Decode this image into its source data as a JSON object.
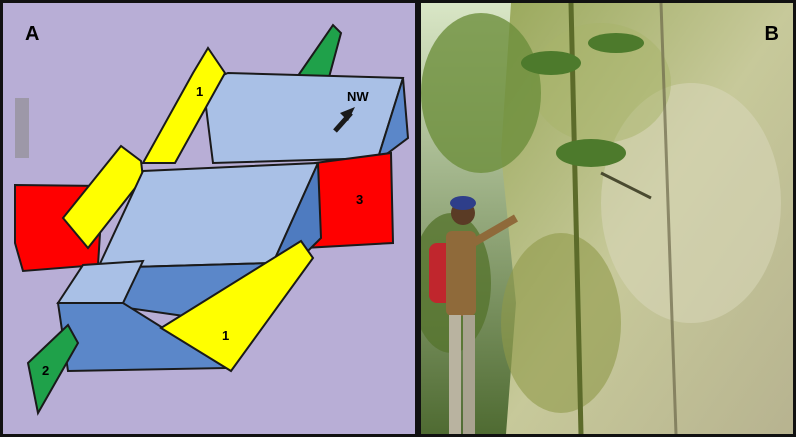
{
  "panel_a": {
    "label": "A",
    "direction": "NW",
    "zone_numbers": [
      "1",
      "1",
      "3",
      "2"
    ],
    "colors": {
      "background": "#b8aed6",
      "block": "#a9c0e6",
      "block_side": "#5b87c9",
      "yellow": "#ffff00",
      "red": "#ff0000",
      "green": "#1fa14a"
    }
  },
  "panel_b": {
    "label": "B"
  }
}
